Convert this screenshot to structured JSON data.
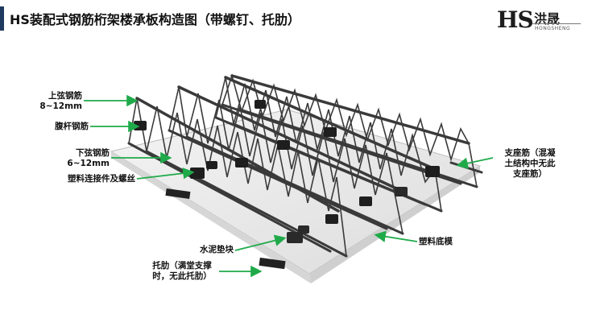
{
  "header": {
    "title": "HS装配式钢筋桁架楼承板构造图（带螺钉、托肋）",
    "logo_mark": "HS",
    "logo_cn": "洪晟",
    "logo_en": "HONGSHENG"
  },
  "labels": {
    "top_chord": "上弦钢筋",
    "top_chord_size": "8~12mm",
    "web_bar": "腹杆钢筋",
    "bottom_chord": "下弦钢筋",
    "bottom_chord_size": "6~12mm",
    "plastic_connector": "塑料连接件及螺丝",
    "support_bar_1": "支座筋（混凝",
    "support_bar_2": "土结构中无此",
    "support_bar_3": "支座筋）",
    "mortar_block": "水泥垫块",
    "plastic_formwork": "塑料底模",
    "rib_1": "托肋（满堂支撑",
    "rib_2": "时，无此托肋）"
  },
  "colors": {
    "accent": "#1f3a5f",
    "arrow": "#1faa4a",
    "steel": "#3a3a3a",
    "board": "#e9e9e9"
  }
}
